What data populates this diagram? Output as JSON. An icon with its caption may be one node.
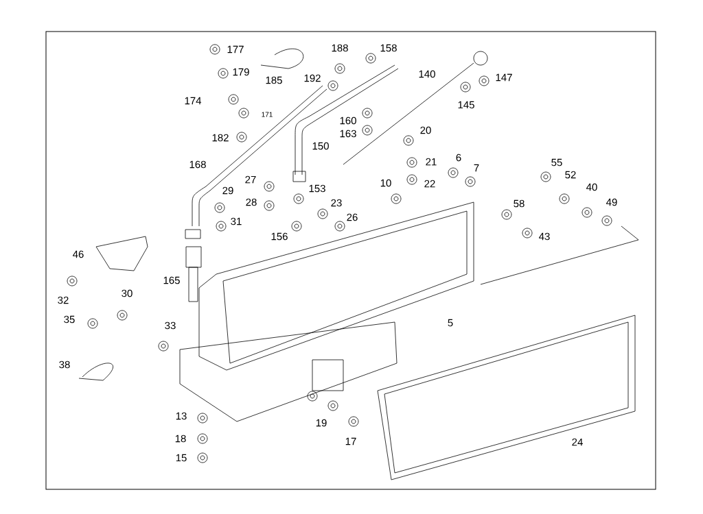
{
  "diagram": {
    "labels": [
      "177",
      "188",
      "158",
      "179",
      "185",
      "192",
      "140",
      "147",
      "174",
      "171",
      "145",
      "160",
      "163",
      "20",
      "182",
      "150",
      "168",
      "21",
      "6",
      "7",
      "55",
      "27",
      "52",
      "10",
      "22",
      "29",
      "153",
      "40",
      "28",
      "23",
      "58",
      "49",
      "26",
      "31",
      "156",
      "43",
      "46",
      "165",
      "30",
      "32",
      "5",
      "35",
      "33",
      "38",
      "13",
      "19",
      "18",
      "17",
      "24",
      "15"
    ]
  }
}
